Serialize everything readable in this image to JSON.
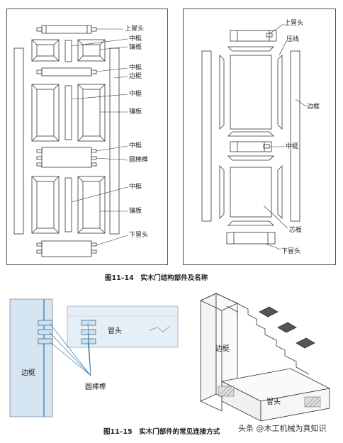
{
  "fig14": {
    "caption": "图11–14　实木门结构部件及名称",
    "left_labels": {
      "top_rail": "上冒头",
      "mid_stile_1": "中梃",
      "panel_1": "镶板",
      "mid_rail_1": "中梃",
      "side_stile": "边梃",
      "mid_stile_2": "中梃",
      "panel_2": "镶板",
      "mid_rail_2": "中梃",
      "dowel": "圆棒榫",
      "mid_stile_3": "中梃",
      "panel_3": "镶板",
      "bottom_rail": "下冒头"
    },
    "right_labels": {
      "top_rail": "上冒头",
      "bead": "压线",
      "side_frame": "边框",
      "mid_rail": "中梃",
      "core_panel": "芯板",
      "bottom_rail": "下冒头"
    }
  },
  "fig15": {
    "caption": "图11–15　实木门部件的常见连接方式",
    "left_labels": {
      "stile": "边梃",
      "rail": "冒头",
      "dowel": "圆棒榫"
    },
    "right_labels": {
      "stile": "边梃",
      "rail": "冒头"
    }
  },
  "watermark": "头条 @木工机械为真知识"
}
